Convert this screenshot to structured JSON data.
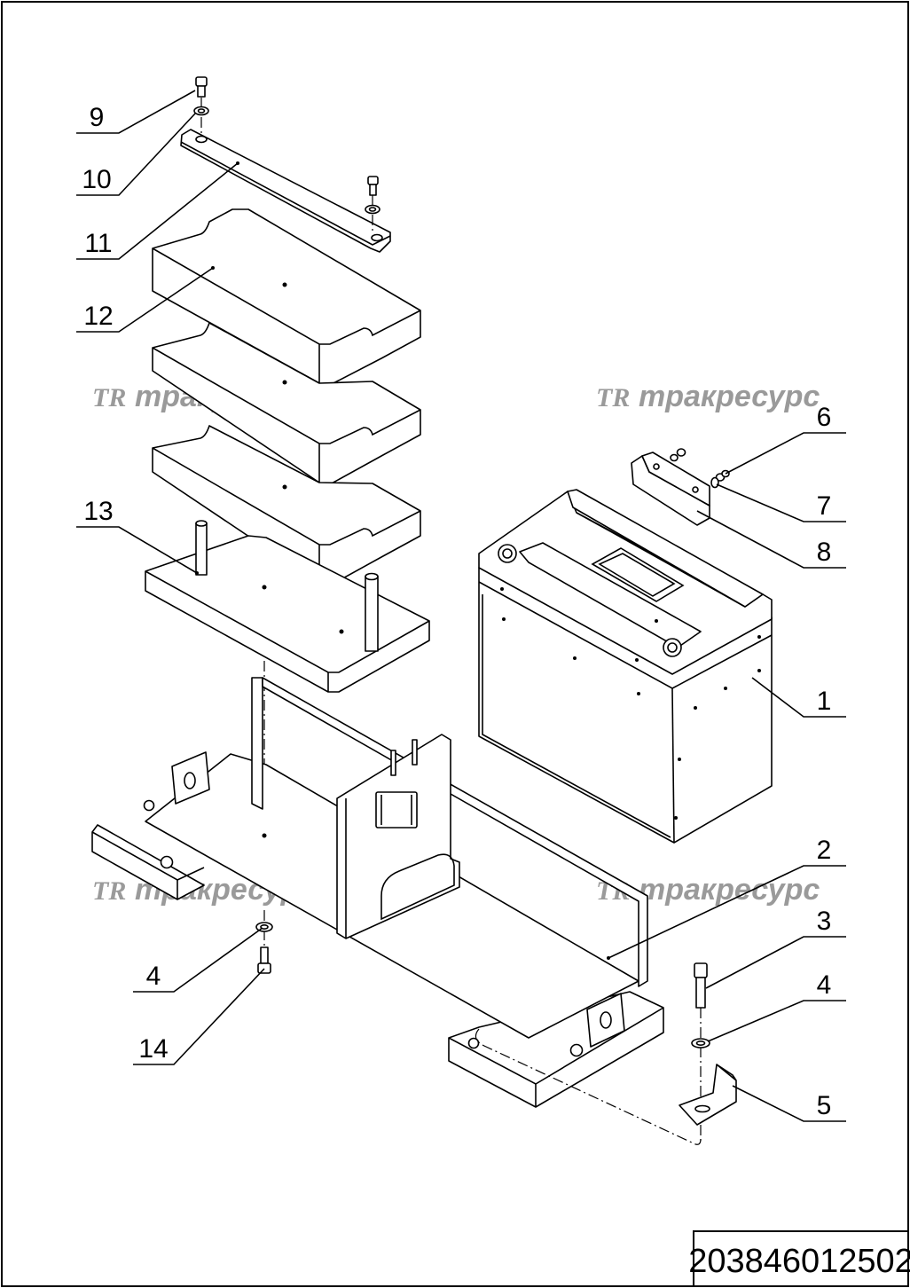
{
  "drawing_code": "203846012502",
  "watermark": {
    "logo": "TR",
    "text": "тракресурс"
  },
  "callouts": {
    "c1": "1",
    "c2": "2",
    "c3": "3",
    "c4a": "4",
    "c4b": "4",
    "c5": "5",
    "c6": "6",
    "c7": "7",
    "c8": "8",
    "c9": "9",
    "c10": "10",
    "c11": "11",
    "c12": "12",
    "c13": "13",
    "c14": "14"
  }
}
